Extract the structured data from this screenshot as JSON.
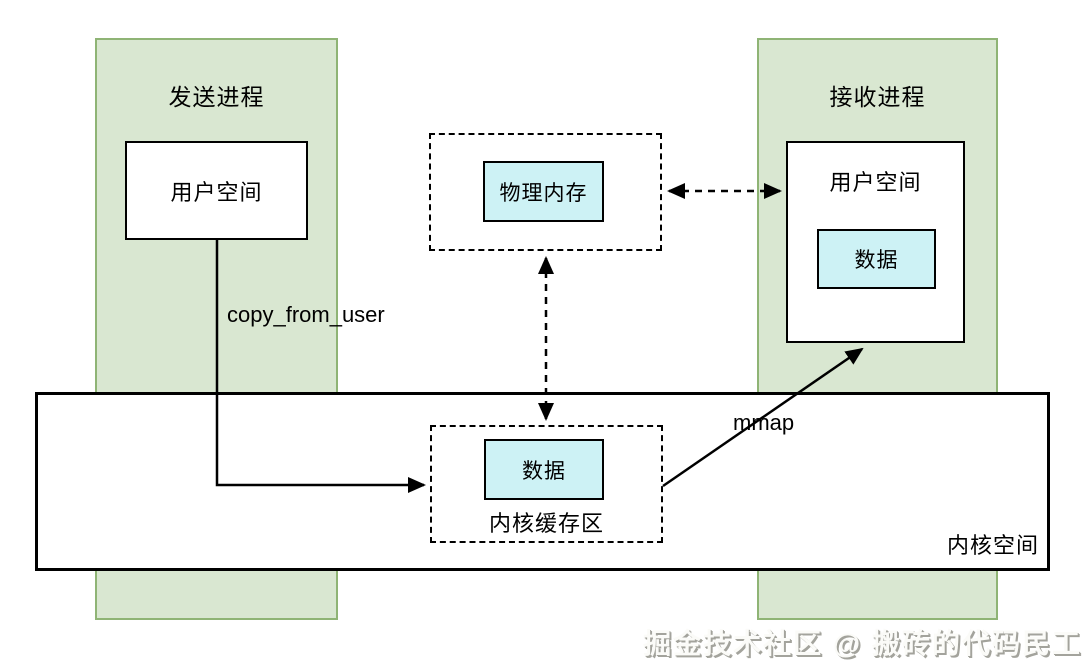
{
  "sender": {
    "title": "发送进程",
    "user_space_label": "用户空间"
  },
  "receiver": {
    "title": "接收进程",
    "user_space_label": "用户空间",
    "data_label": "数据"
  },
  "physical_memory": {
    "label": "物理内存"
  },
  "kernel_buffer": {
    "data_label": "数据",
    "label": "内核缓存区"
  },
  "kernel_space": {
    "label": "内核空间"
  },
  "edges": {
    "copy_from_user_label": "copy_from_user",
    "mmap_label": "mmap"
  },
  "watermark": "掘金技术社区 @ 搬砖的代码民工",
  "colors": {
    "process_fill": "#d9e7d1",
    "process_border": "#8fb475",
    "memory_fill": "#cdf2f5",
    "stroke": "#000000",
    "watermark_text": "#fbfbf8",
    "watermark_shadow": "#a3a39c"
  }
}
